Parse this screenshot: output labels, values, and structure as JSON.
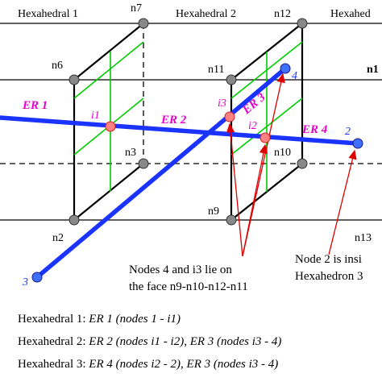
{
  "diagram": {
    "labels": {
      "hex1": "Hexahedral 1",
      "hex2": "Hexahedral 2",
      "hex3": "Hexahed",
      "n7": "n7",
      "n12": "n12",
      "n6": "n6",
      "n11": "n11",
      "n1": "n1",
      "n3": "n3",
      "n10": "n10",
      "n9": "n9",
      "n2": "n2",
      "n13": "n13",
      "er1": "ER 1",
      "er2": "ER 2",
      "er3": "ER 3",
      "er4": "ER 4",
      "i1": "i1",
      "i2": "i2",
      "i3": "i3",
      "node2": "2",
      "node3": "3",
      "node4": "4"
    },
    "annotations": {
      "faceNote1": "Nodes 4 and i3 lie on",
      "faceNote2": "the face n9-n10-n12-n11",
      "insideNote1": "Node 2 is insi",
      "insideNote2": "Hexahedron 3"
    },
    "colors": {
      "lines": "#000000",
      "ray": "#1a33ff",
      "pink": "#e600cc",
      "node": "#888888",
      "intersection": "#ff8080",
      "diagonal": "#00cc00",
      "arrow": "#dd0000",
      "endpoint": "#3f6fff"
    }
  },
  "legend": [
    {
      "prefix": "Hexahedral 1: ",
      "italic": "ER 1 (nodes 1 - i1)",
      "suffix": ""
    },
    {
      "prefix": "Hexahedral 2: ",
      "italic": "ER 2 (nodes i1 - i2)",
      "suffix": ", ",
      "italic2": "ER 3 (nodes i3 - 4)"
    },
    {
      "prefix": "Hexahedral 3: ",
      "italic": "ER 4 (nodes i2 - 2)",
      "suffix": ", ",
      "italic2": "ER 3 (nodes i3 - 4)"
    }
  ]
}
